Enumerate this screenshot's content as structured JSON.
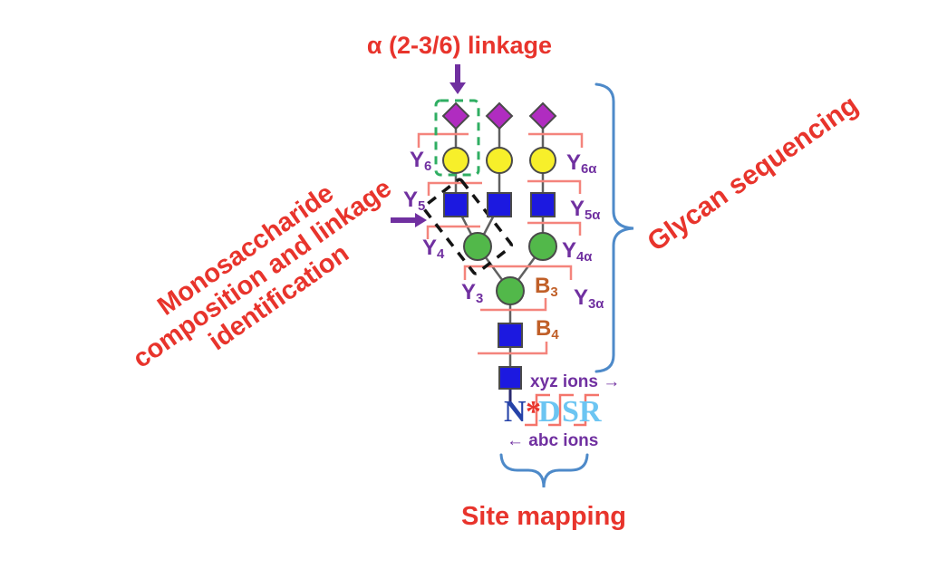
{
  "title": "α (2-3/6) linkage",
  "annotations": {
    "monosaccharide": {
      "line1": "Monosaccharide",
      "line2": "composition and linkage",
      "line3": "identification"
    },
    "glycan_sequencing": "Glycan sequencing",
    "site_mapping": "Site mapping",
    "xyz_ions": "xyz ions →",
    "abc_ions": "← abc ions"
  },
  "fragment_labels": {
    "left": [
      {
        "base": "Y",
        "sub": "6"
      },
      {
        "base": "Y",
        "sub": "5"
      },
      {
        "base": "Y",
        "sub": "4"
      },
      {
        "base": "Y",
        "sub": "3"
      }
    ],
    "right": [
      {
        "base": "Y",
        "sub": "6α"
      },
      {
        "base": "Y",
        "sub": "5α"
      },
      {
        "base": "Y",
        "sub": "4α"
      },
      {
        "base": "Y",
        "sub": "3α"
      }
    ],
    "b_ions": [
      {
        "base": "B",
        "sub": "3"
      },
      {
        "base": "B",
        "sub": "4"
      }
    ]
  },
  "peptide": {
    "letters": [
      {
        "ch": "N"
      },
      {
        "ch": "*"
      },
      {
        "ch": "D"
      },
      {
        "ch": "S"
      },
      {
        "ch": "R"
      }
    ]
  },
  "icons": {
    "top_arrow": "down-arrow-icon",
    "left_arrow": "right-arrow-icon",
    "residue_shapes": [
      "purple-diamond",
      "yellow-circle",
      "blue-square",
      "green-circle"
    ]
  },
  "colors": {
    "red_text": "#e8342c",
    "purple_text": "#7030a0",
    "orange_text": "#c05f28",
    "salmon_bracket": "#f4847c",
    "brace_blue": "#4e8ac9",
    "peptide_navy": "#2643a8",
    "peptide_sky": "#6cc5f2",
    "diamond_purple": "#b02cc0",
    "circle_yellow": "#f7ef2a",
    "square_blue": "#1c19e0",
    "circle_green": "#52b84a",
    "dashed_green": "#2fae62",
    "dashed_black": "#141414"
  }
}
